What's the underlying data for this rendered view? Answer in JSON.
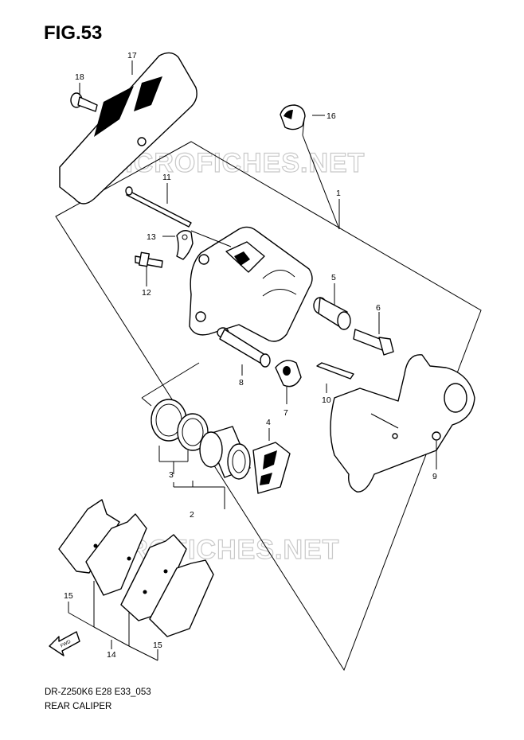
{
  "figure": {
    "title": "FIG.53",
    "code": "DR-Z250K6 E28 E33_053",
    "name": "REAR CALIPER"
  },
  "watermark": {
    "text_top": "MICROFICHES.NET",
    "text_bottom": "MICROFICHES.NET"
  },
  "fwd_label": "FWD",
  "callouts": [
    {
      "id": "c1",
      "label": "1"
    },
    {
      "id": "c2",
      "label": "2"
    },
    {
      "id": "c3",
      "label": "3"
    },
    {
      "id": "c4",
      "label": "4"
    },
    {
      "id": "c5",
      "label": "5"
    },
    {
      "id": "c6",
      "label": "6"
    },
    {
      "id": "c7",
      "label": "7"
    },
    {
      "id": "c8",
      "label": "8"
    },
    {
      "id": "c9",
      "label": "9"
    },
    {
      "id": "c10",
      "label": "10"
    },
    {
      "id": "c11",
      "label": "11"
    },
    {
      "id": "c12",
      "label": "12"
    },
    {
      "id": "c13",
      "label": "13"
    },
    {
      "id": "c14",
      "label": "14"
    },
    {
      "id": "c15a",
      "label": "15"
    },
    {
      "id": "c15b",
      "label": "15"
    },
    {
      "id": "c16",
      "label": "16"
    },
    {
      "id": "c17",
      "label": "17"
    },
    {
      "id": "c18",
      "label": "18"
    }
  ]
}
